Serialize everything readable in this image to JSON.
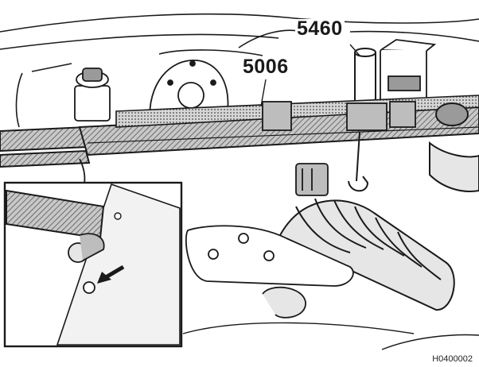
{
  "callouts": {
    "tool_a": "5460",
    "tool_b": "5006"
  },
  "figure_code": "H0400002",
  "colors": {
    "ink": "#1a1a1a",
    "background": "#ffffff",
    "shade": "#9a9a9a"
  }
}
